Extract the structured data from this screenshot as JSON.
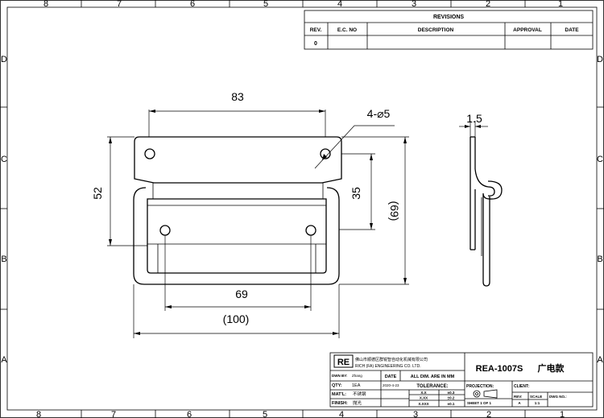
{
  "border": {
    "columns": [
      "8",
      "7",
      "6",
      "5",
      "4",
      "3",
      "2",
      "1"
    ],
    "rows": [
      "D",
      "C",
      "B",
      "A"
    ]
  },
  "revisions": {
    "title": "REVISIONS",
    "headers": [
      "REV.",
      "E.C. NO",
      "DESCRIPTION",
      "APPROVAL",
      "DATE"
    ],
    "rows": [
      [
        "0",
        "",
        "",
        "",
        ""
      ]
    ]
  },
  "dimensions": {
    "top_width": "83",
    "holes": "4-⌀5",
    "height_left": "52",
    "inner_height": "35",
    "overall_height": "(69)",
    "hole_spacing": "69",
    "overall_width": "(100)",
    "thickness": "1.5"
  },
  "title_block": {
    "logo": "RE",
    "company_cn": "佛山市顺德区群锐智自动化机械有限公司",
    "company_en": "RICH (FA) ENGINEERING CO. LTD.",
    "drawing_number": "REA-1007S",
    "drawing_name": "广电款",
    "dwn_by_label": "DWN BY:",
    "dwn_by_value": "Zhang",
    "date_label": "DATE",
    "dim_note": "ALL DIM. ARE IN MM",
    "date_value": "2020-4-23",
    "qty_label": "QTY:",
    "qty_value": "1EA",
    "tolerance_label": "TOLERANCE:",
    "matl_label": "MAT'L:",
    "matl_value": "不锈钢",
    "finish_label": "FINISH:",
    "finish_value": "抛光",
    "tol_rows": [
      [
        "X.X",
        "±0.3"
      ],
      [
        "X.XX",
        "±0.2"
      ],
      [
        "X.XXX",
        "±0.1"
      ]
    ],
    "projection_label": "PROJECTION:",
    "client_label": "CLIENT:",
    "sheet_label": "SHEET 1 OF 1",
    "rev_label": "REV:",
    "rev_value": "A",
    "scale_label": "SCALE",
    "scale_value": "1:1",
    "dwg_no_label": "DWG NO.:"
  }
}
